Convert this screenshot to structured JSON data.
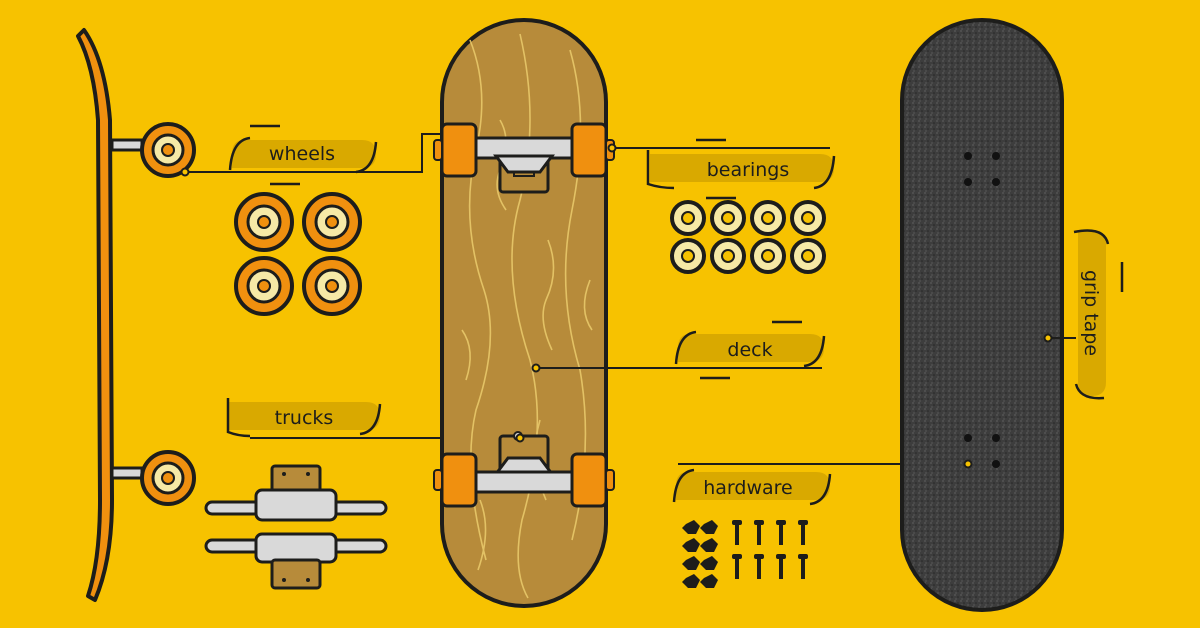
{
  "colors": {
    "background": "#F7C200",
    "outline": "#1d1d1b",
    "orange": "#F0900F",
    "wood": "#B78B3A",
    "wood_grain": "#E8C86A",
    "grip": "#3a3a3a",
    "metal": "#D9D9D9",
    "label_fill": "#D9A900",
    "wheel_core": "#F6E9A6"
  },
  "labels": {
    "wheels": "wheels",
    "bearings": "bearings",
    "deck": "deck",
    "trucks": "trucks",
    "hardware": "hardware",
    "grip_tape": "grip tape"
  },
  "icons": [
    "side-deck-icon",
    "deck-bottom-icon",
    "grip-deck-icon",
    "wheel-icon",
    "bearing-icon",
    "truck-icon",
    "bolt-icon",
    "nut-icon"
  ]
}
